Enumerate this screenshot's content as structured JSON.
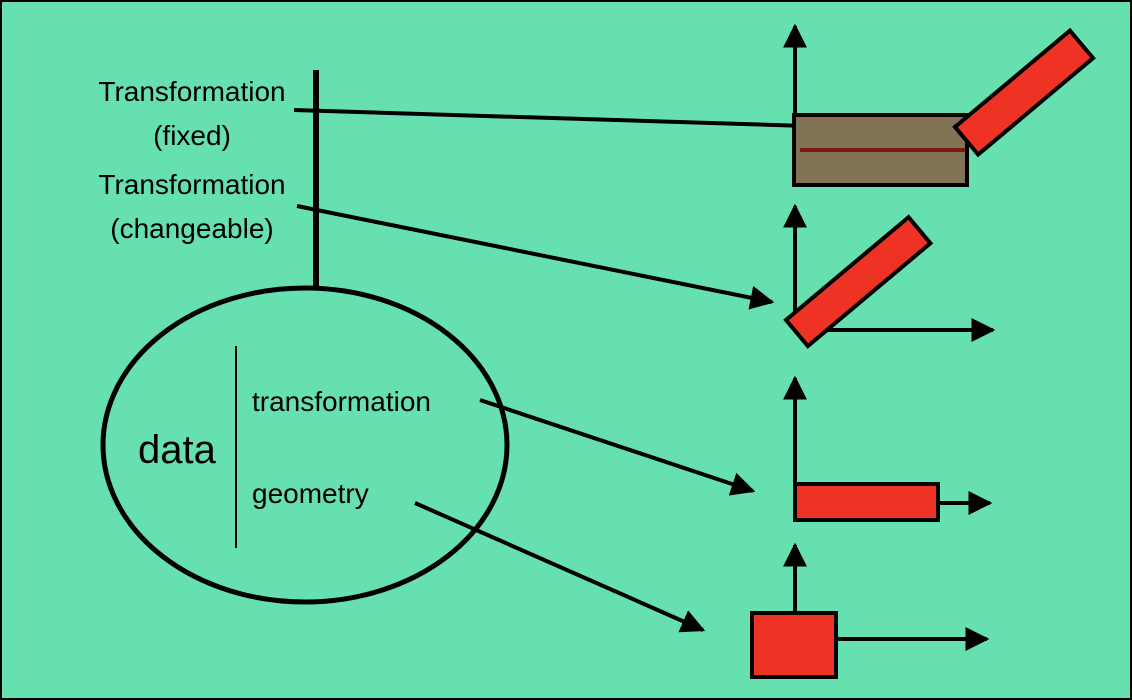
{
  "labels": {
    "transform_fixed_line1": "Transformation",
    "transform_fixed_line2": "(fixed)",
    "transform_changeable_line1": "Transformation",
    "transform_changeable_line2": "(changeable)",
    "node_data": "data",
    "node_transformation": "transformation",
    "node_geometry": "geometry"
  },
  "colors": {
    "background": "#66E0AE",
    "shape_fill": "#EE3324",
    "fixed_frame_fill": "#837356",
    "fixed_frame_line": "#7A1A10",
    "ink": "#000000"
  }
}
